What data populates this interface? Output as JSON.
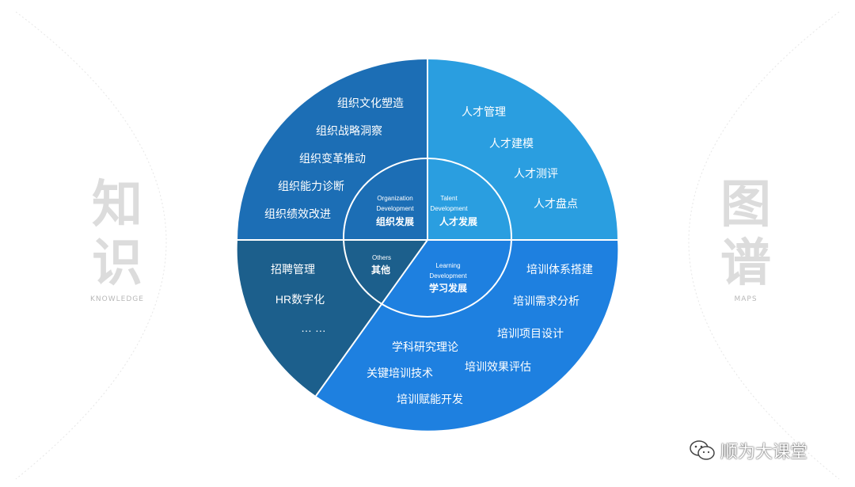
{
  "side_left": {
    "line1": "知",
    "line2": "识",
    "english": "KNOWLEDGE"
  },
  "side_right": {
    "line1": "图",
    "line2": "谱",
    "english": "MAPS"
  },
  "watermark": {
    "icon": "wechat-icon",
    "text": "顺为大课堂"
  },
  "colors": {
    "org": "#1c6eb5",
    "talent": "#2a9ee0",
    "learning": "#1e80e0",
    "others": "#1c5f8c",
    "inner_line": "#ffffff",
    "side_text": "#dcdcdc"
  },
  "sectors": {
    "org": {
      "en1": "Organization",
      "en2": "Development",
      "cn": "组织发展",
      "items": [
        "组织文化塑造",
        "组织战略洞察",
        "组织变革推动",
        "组织能力诊断",
        "组织绩效改进"
      ]
    },
    "talent": {
      "en1": "Talent",
      "en2": "Development",
      "cn": "人才发展",
      "items": [
        "人才管理",
        "人才建模",
        "人才测评",
        "人才盘点"
      ]
    },
    "others": {
      "en1": "Others",
      "cn": "其他",
      "items": [
        "招聘管理",
        "HR数字化",
        "… …"
      ]
    },
    "learning": {
      "en1": "Learning",
      "en2": "Development",
      "cn": "学习发展",
      "items": [
        "培训体系搭建",
        "培训需求分析",
        "培训项目设计",
        "培训效果评估",
        "学科研究理论",
        "关键培训技术",
        "培训赋能开发"
      ]
    }
  }
}
